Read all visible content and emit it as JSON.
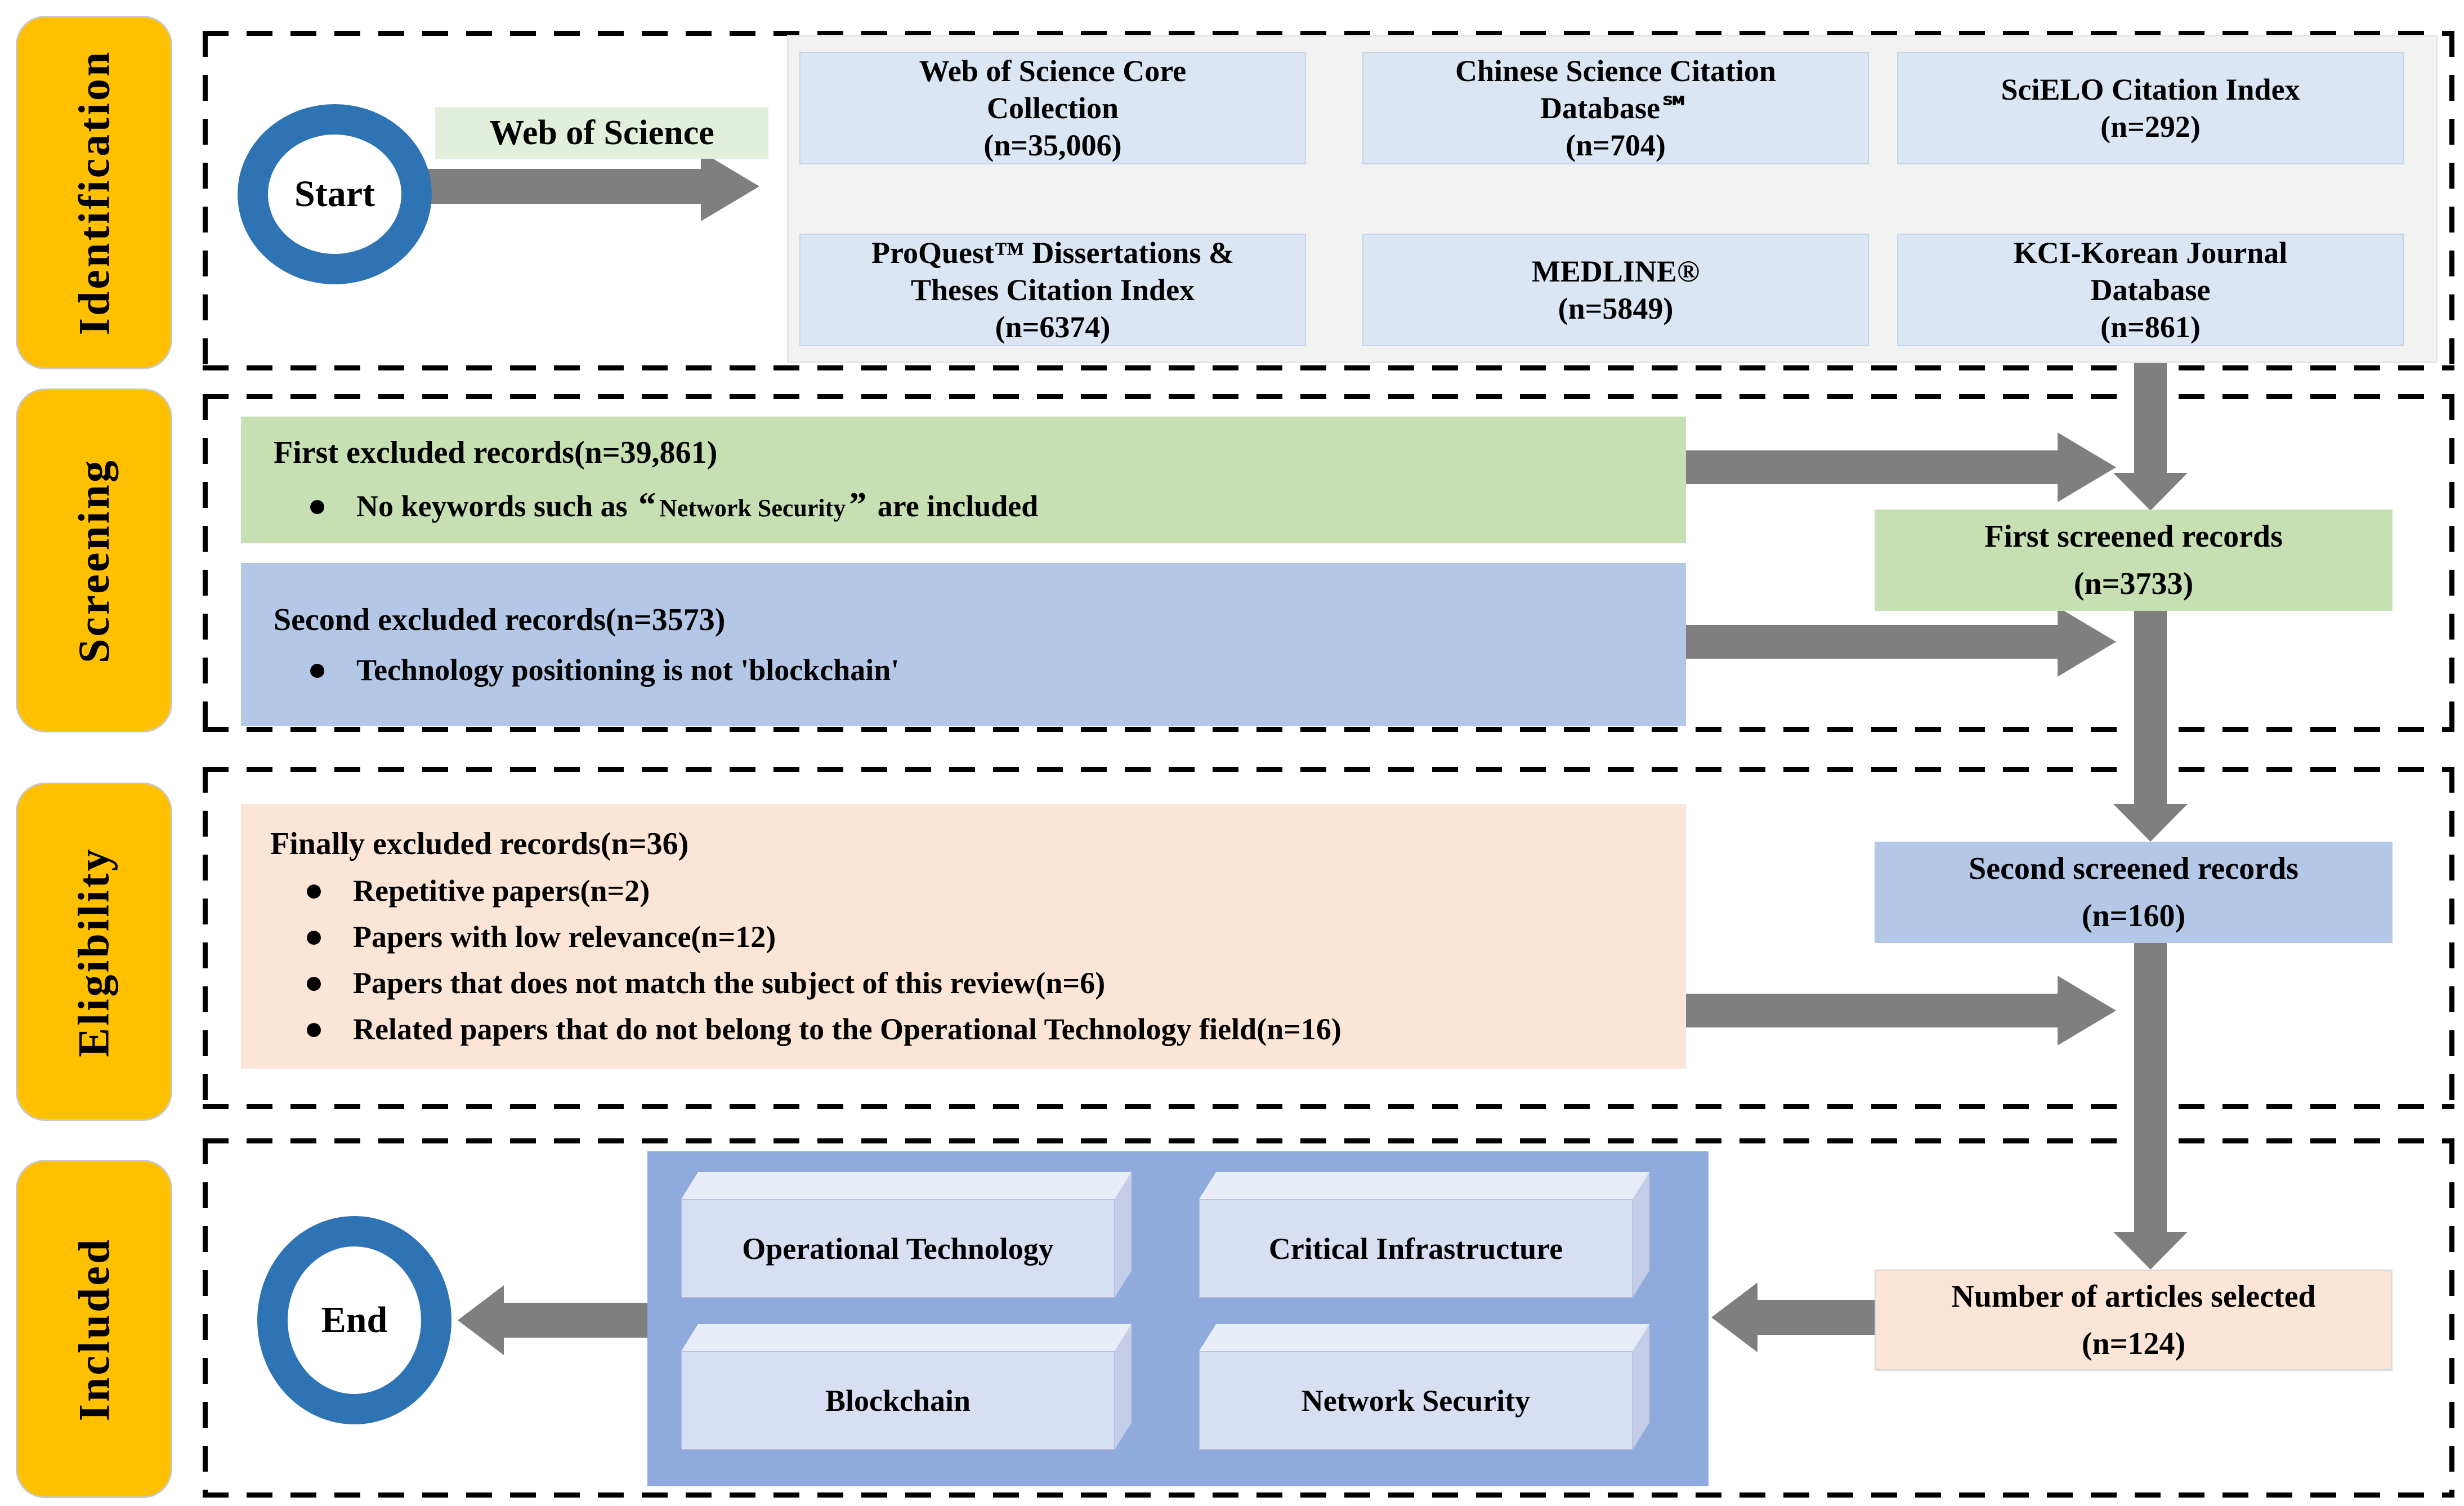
{
  "stages": [
    {
      "label": "Identification"
    },
    {
      "label": "Screening"
    },
    {
      "label": "Eligibility"
    },
    {
      "label": "Included"
    }
  ],
  "identification": {
    "start_label": "Start",
    "search_source_label": "Web of Science",
    "databases": [
      {
        "name": "Web of Science Core Collection",
        "count": "(n=35,006)"
      },
      {
        "name": "Chinese Science Citation Database℠",
        "count": "(n=704)"
      },
      {
        "name": "SciELO Citation Index",
        "count": "(n=292)"
      },
      {
        "name": "ProQuest™ Dissertations & Theses Citation Index",
        "count": "(n=6374)"
      },
      {
        "name": "MEDLINE®",
        "count": "(n=5849)"
      },
      {
        "name": "KCI-Korean Journal Database",
        "count": "(n=861)"
      }
    ]
  },
  "screening": {
    "first_excluded": {
      "title": "First excluded records(n=39,861)",
      "bullet_prefix": "No keywords such as ",
      "quote_open": "“",
      "bullet_quoted": "Network Security",
      "quote_close": "”",
      "bullet_suffix": " are included"
    },
    "second_excluded": {
      "title": "Second excluded records(n=3573)",
      "bullet": "Technology positioning is not 'blockchain'"
    },
    "first_screened": {
      "title": "First screened records",
      "count": "(n=3733)"
    }
  },
  "eligibility": {
    "finally_excluded": {
      "title": "Finally excluded records(n=36)",
      "bullets": [
        "Repetitive papers(n=2)",
        "Papers with low relevance(n=12)",
        "Papers that does not match the subject of this review(n=6)",
        "Related papers that do not belong to the Operational Technology field(n=16)"
      ]
    },
    "second_screened": {
      "title": "Second screened records",
      "count": "(n=160)"
    }
  },
  "included": {
    "end_label": "End",
    "keywords": [
      "Operational Technology",
      "Critical Infrastructure",
      "Blockchain",
      "Network Security"
    ],
    "articles_selected": {
      "title": "Number of articles selected",
      "count": "(n=124)"
    }
  },
  "colors": {
    "stage_yellow": "#FFC000",
    "dash_black": "#000000",
    "arrow_gray": "#7F7F7F",
    "ring_blue": "#2E74B5",
    "db_box_bg": "#DAE6F3",
    "db_panel_bg": "#F2F2F2",
    "green_box": "#C6E0B4",
    "blue_box": "#B4C7E7",
    "peach_box": "#FBE5D6",
    "wos_green": "#E2EFDA",
    "keyword_panel": "#8FAADC",
    "cube_front": "#D9DFF2",
    "cube_top": "#E9EDF8",
    "cube_side": "#C5CEE9"
  }
}
